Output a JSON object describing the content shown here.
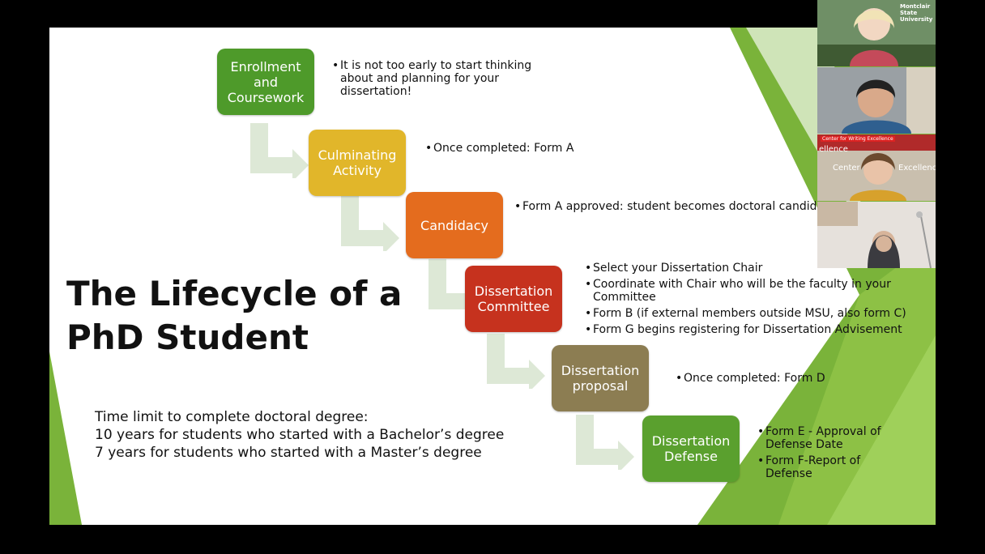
{
  "slide": {
    "title": "The Lifecycle of a\nPhD Student",
    "time_limit": "Time limit to complete doctoral degree:\n10 years for students who started with a Bachelor’s degree\n7 years for students who started with a Master’s degree",
    "steps": [
      {
        "label": "Enrollment\nand\nCoursework",
        "color": "#4e9a2a"
      },
      {
        "label": "Culminating\nActivity",
        "color": "#e1b62a"
      },
      {
        "label": "Candidacy",
        "color": "#e46c1e"
      },
      {
        "label": "Dissertation\nCommittee",
        "color": "#c6321e"
      },
      {
        "label": "Dissertation\nproposal",
        "color": "#8c7d52"
      },
      {
        "label": "Dissertation\nDefense",
        "color": "#5aa02e"
      }
    ],
    "notes": [
      [
        "It is not too early to start thinking about and planning for your dissertation!"
      ],
      [
        "Once completed: Form A"
      ],
      [
        "Form A approved: student becomes doctoral candid"
      ],
      [
        "Select your Dissertation Chair",
        "Coordinate with Chair who will be the faculty in your Committee",
        "Form B (if external members outside MSU, also form C)",
        "Form G begins registering for Dissertation Advisement"
      ],
      [
        "Once completed: Form D"
      ],
      [
        "Form  E - Approval of Defense Date",
        "Form F-Report of Defense"
      ]
    ],
    "arrow_color": "#dde8d6"
  },
  "participants": {
    "tile1_overlay": "Montclair State University",
    "tile3_banner": "Center for Writing Excellence",
    "tile3_left": "ellence",
    "tile3_center": "Center",
    "tile3_right": "Excellenc"
  }
}
